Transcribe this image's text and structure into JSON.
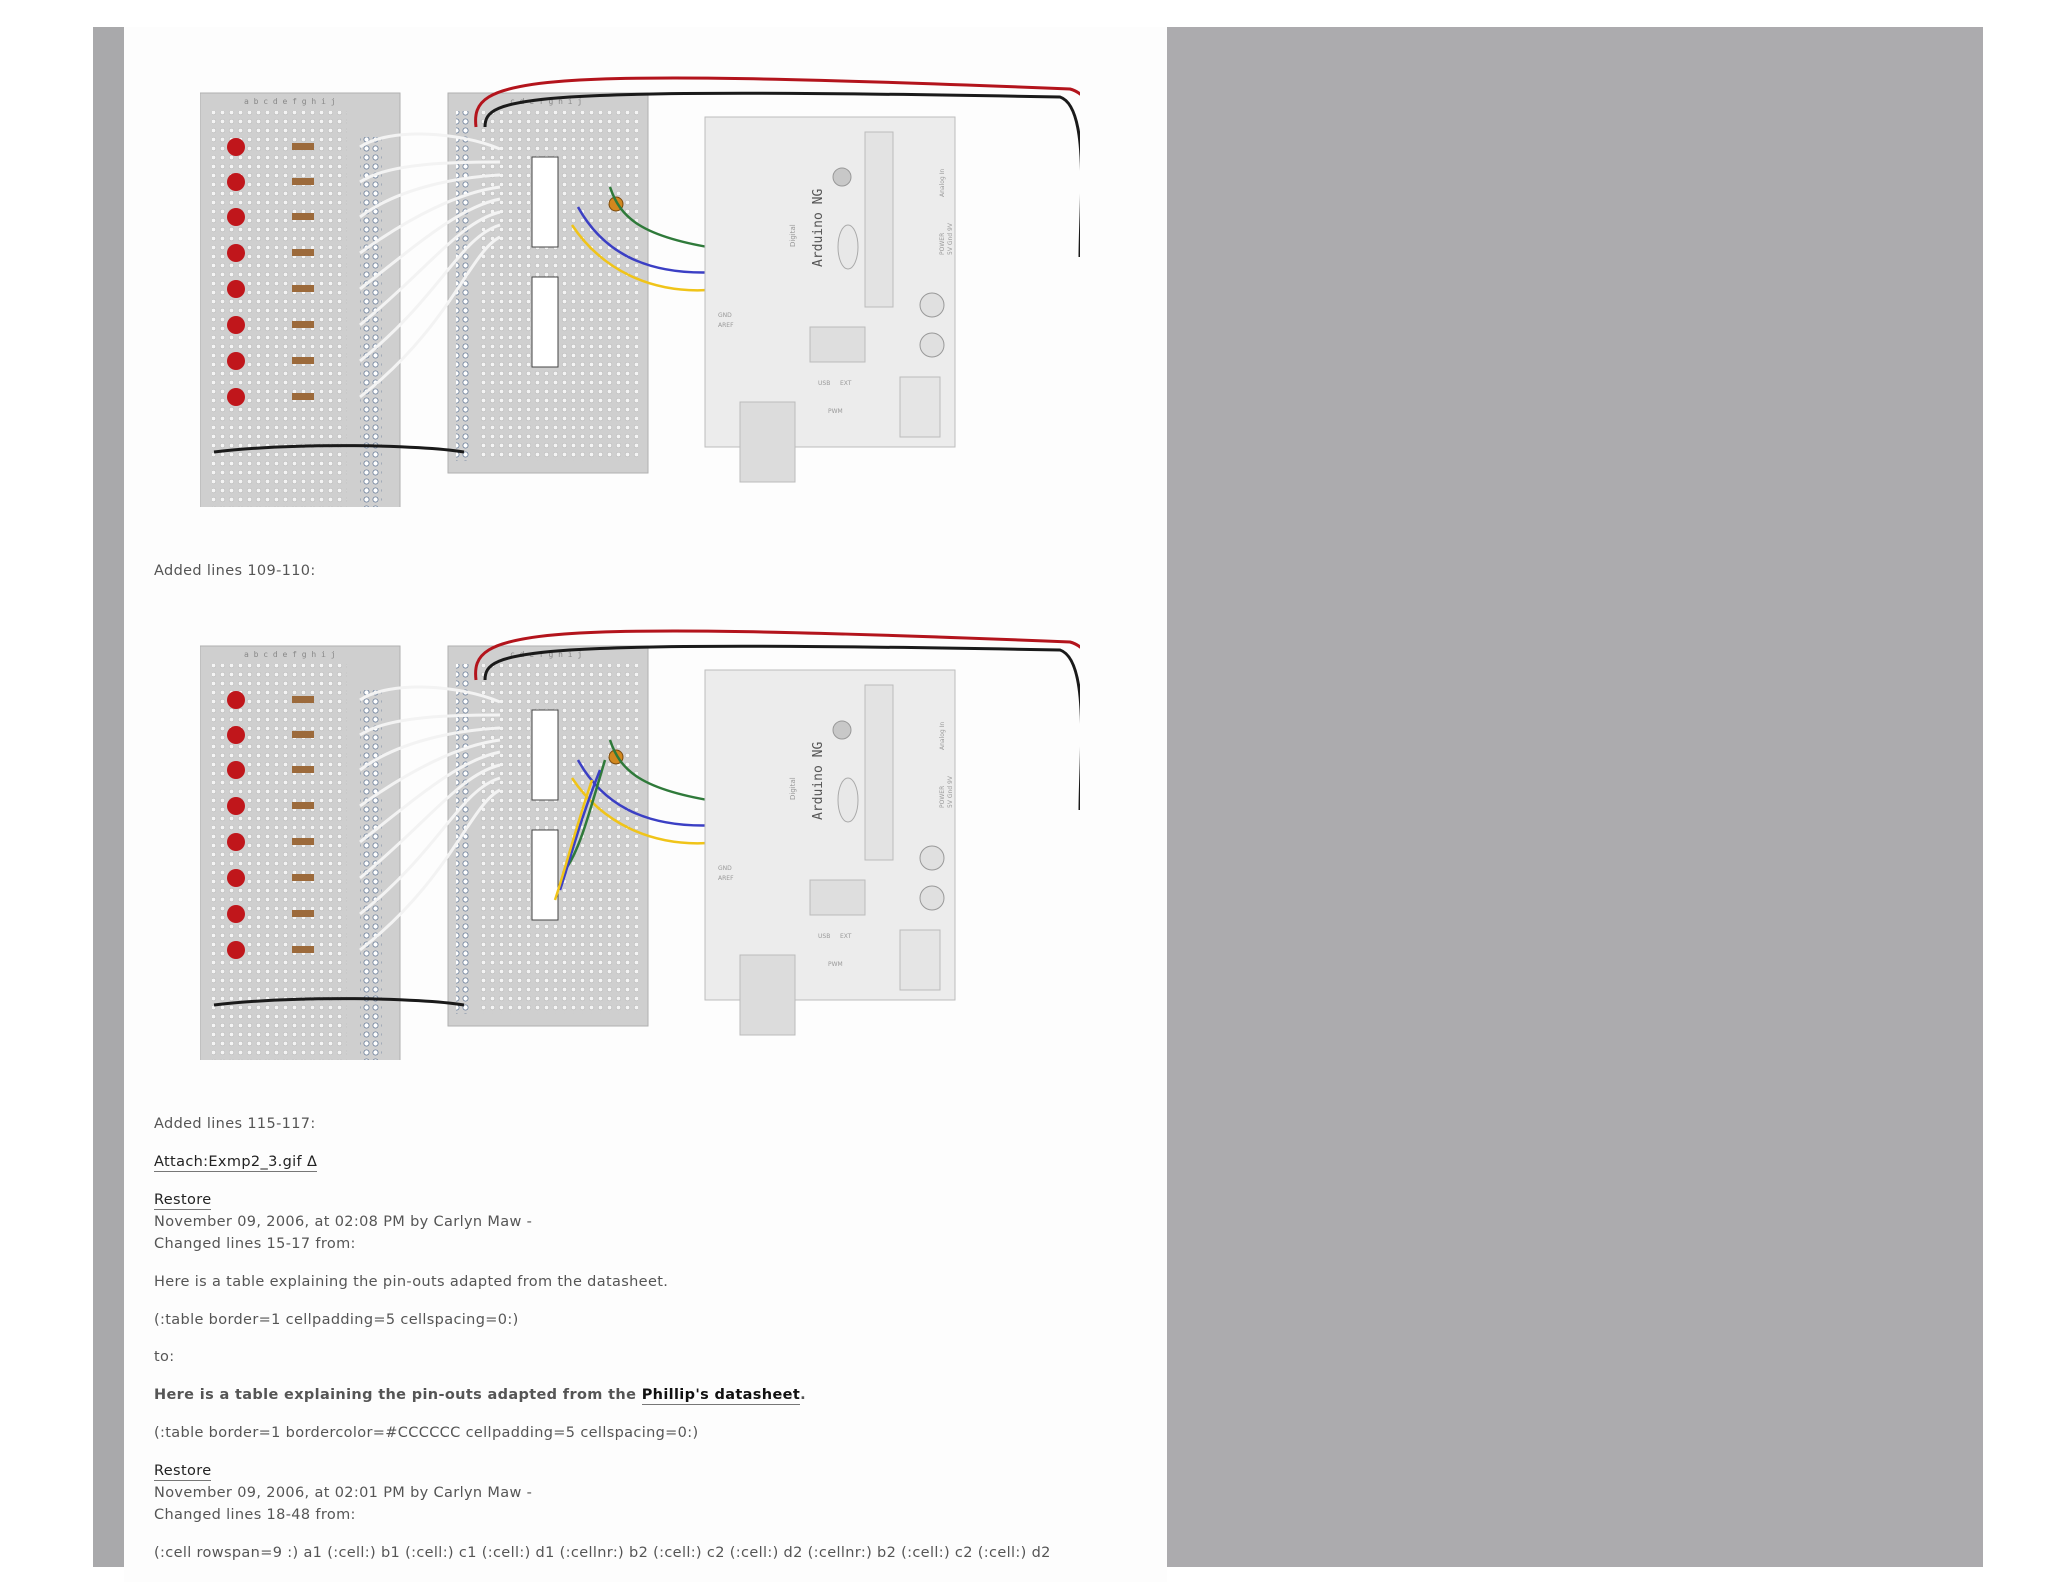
{
  "diagram_1": {
    "breadboard_left_letters": "a b c d e   f g h i j",
    "breadboard_mid_letters": "c d e   f g h i j",
    "arduino_brand": "Arduino NG",
    "arduino_digital_label": "Digital",
    "arduino_analog_label": "Analog In",
    "arduino_power_label": "POWER",
    "arduino_power_pins": "5V Gnd 9V",
    "arduino_pwm_label": "PWM",
    "arduino_ext_label": "EXT",
    "arduino_usb_label": "USB",
    "arduino_gnd_label": "GND",
    "arduino_aref_label": "AREF"
  },
  "diagram_2": {
    "breadboard_left_letters": "a b c d e   f g h i j",
    "breadboard_mid_letters": "c d e   f g h i j",
    "arduino_brand": "Arduino NG",
    "arduino_digital_label": "Digital",
    "arduino_analog_label": "Analog In",
    "arduino_power_label": "POWER",
    "arduino_power_pins": "5V Gnd 9V",
    "arduino_pwm_label": "PWM",
    "arduino_ext_label": "EXT",
    "arduino_usb_label": "USB",
    "arduino_gnd_label": "GND",
    "arduino_aref_label": "AREF"
  },
  "history": {
    "added_lines_1": "Added lines 109-110:",
    "added_lines_2": "Added lines 115-117:",
    "attach_link": "Attach:Exmp2_3.gif Δ",
    "entry_1": {
      "restore": "Restore",
      "meta": "November 09, 2006, at 02:08 PM by Carlyn Maw -",
      "changed": "Changed lines 15-17 from:",
      "old_text": "Here is a table explaining the pin-outs adapted from the datasheet.",
      "old_table": "(:table border=1 cellpadding=5 cellspacing=0:)",
      "to": "to:",
      "new_text_prefix": "Here is a table explaining the pin-outs adapted from the ",
      "new_text_link": "Phillip's datasheet",
      "new_text_suffix": ".",
      "new_table": "(:table border=1 bordercolor=#CCCCCC cellpadding=5 cellspacing=0:)"
    },
    "entry_2": {
      "restore": "Restore",
      "meta": "November 09, 2006, at 02:01 PM by Carlyn Maw -",
      "changed": "Changed lines 18-48 from:",
      "cell_line": "(:cell rowspan=9 :) a1 (:cell:) b1 (:cell:) c1 (:cell:) d1 (:cellnr:) b2 (:cell:) c2 (:cell:) d2 (:cellnr:) b2 (:cell:) c2 (:cell:) d2"
    }
  },
  "colors": {
    "left_bar": "#a9a9ab",
    "right_panel": "#acabae",
    "page_bg": "#fdfdfd",
    "text": "#555555",
    "wire_red": "#b3141c",
    "wire_black": "#1a1a1a",
    "wire_green": "#2f7a3a",
    "wire_blue": "#3b3fc4",
    "wire_yellow": "#f0c419",
    "led_red": "#c0161b",
    "breadboard": "#cfcfcf",
    "arduino_board": "#ececec"
  }
}
